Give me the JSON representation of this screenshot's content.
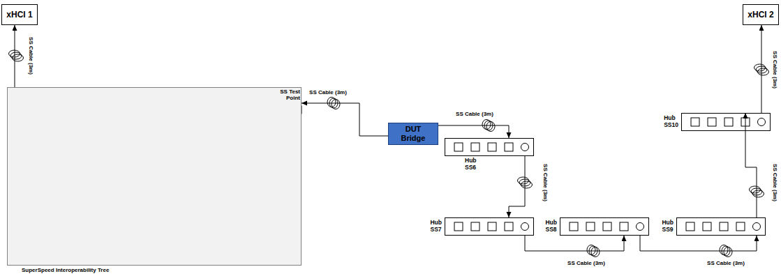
{
  "diagram": {
    "nodes": [
      {
        "text": [
          "xHCI 1"
        ]
      },
      {
        "text": [
          "SuperSpeed Interoperability Tree"
        ]
      },
      {
        "text": [
          "DUT Bridge"
        ]
      },
      {
        "text": [
          "Hub SS6"
        ]
      },
      {
        "text": [
          "Hub SS7"
        ]
      },
      {
        "text": [
          "Hub SS8"
        ]
      },
      {
        "text": [
          "Hub SS9"
        ]
      },
      {
        "text": [
          "Hub SS10"
        ]
      },
      {
        "text": [
          "xHCI 2"
        ]
      }
    ],
    "edges": [
      {
        "from": 1,
        "to": 0,
        "arrow": "to",
        "label": "SS Cable (3m)"
      },
      {
        "from": 2,
        "to": 1,
        "arrow": "to",
        "label": "SS Cable (3m)"
      },
      {
        "from": 2,
        "to": 3,
        "arrow": "to",
        "label": "SS Cable (3m)"
      },
      {
        "from": 3,
        "to": 4,
        "arrow": "to",
        "label": "SS Cable (3m)"
      },
      {
        "from": 4,
        "to": 5,
        "arrow": "to",
        "label": "SS Cable (3m)"
      },
      {
        "from": 5,
        "to": 6,
        "arrow": "to",
        "label": "SS Cable (3m)"
      },
      {
        "from": 6,
        "to": 7,
        "arrow": "to",
        "label": "SS Cable (3m)"
      },
      {
        "from": 7,
        "to": 8,
        "arrow": "to",
        "label": "SS Cable (3m)"
      }
    ],
    "labels": [
      "SS Test Point"
    ]
  }
}
